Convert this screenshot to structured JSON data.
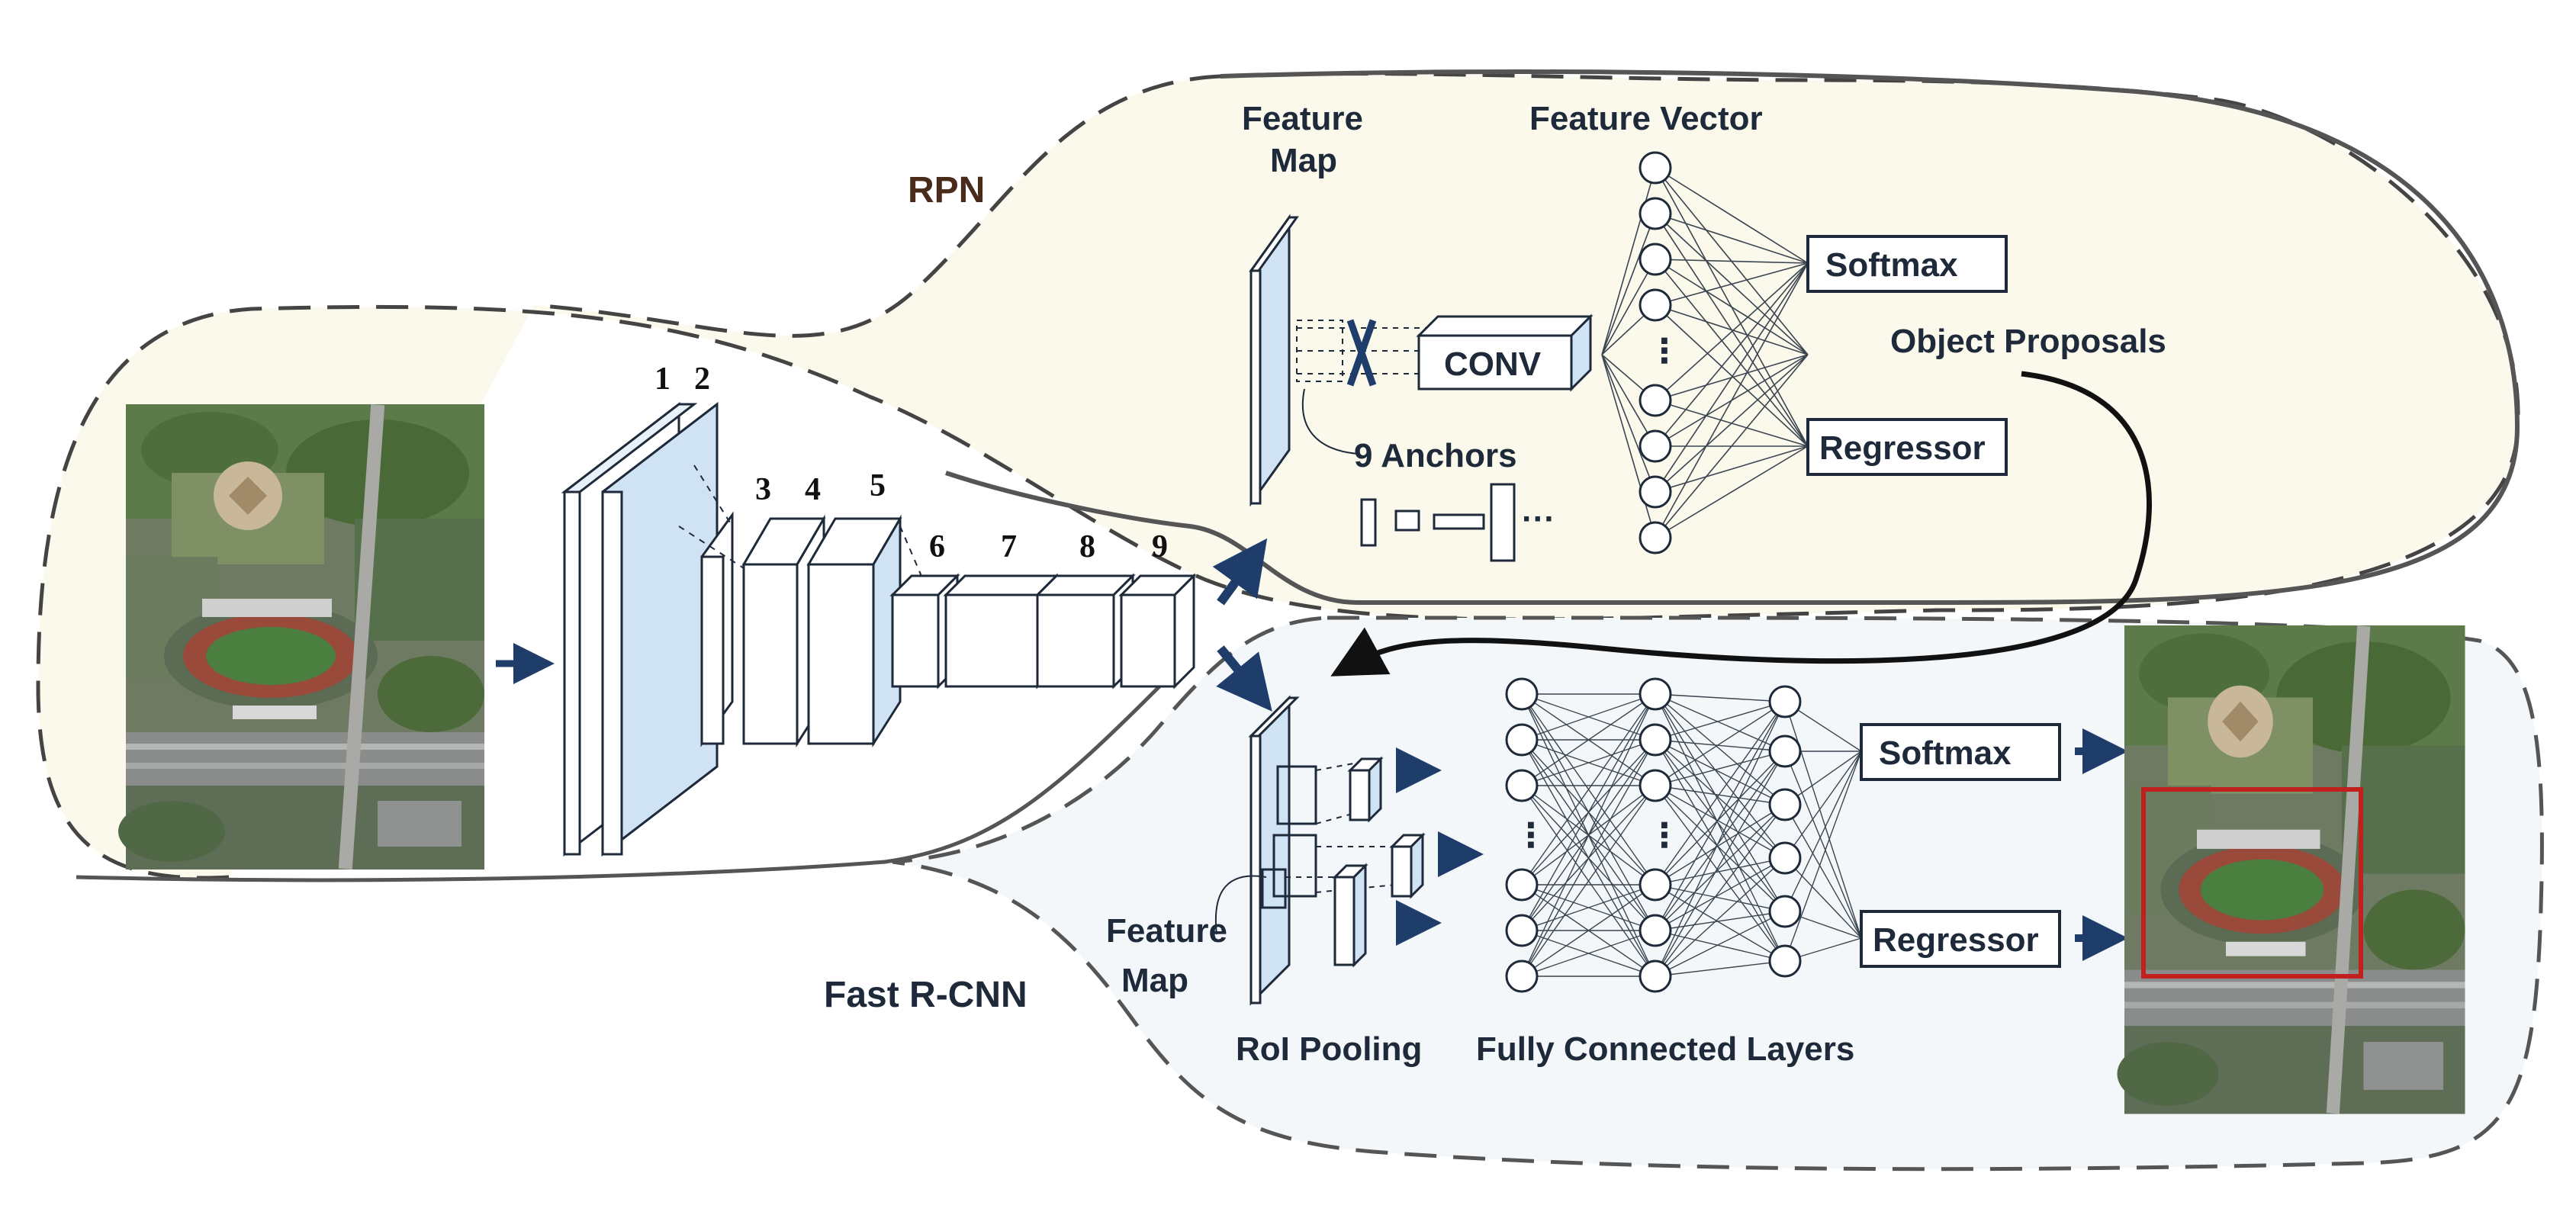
{
  "rpn": {
    "title": "RPN",
    "feature_map_line1": "Feature",
    "feature_map_line2": "Map",
    "feature_vector": "Feature Vector",
    "conv": "CONV",
    "anchors": "9 Anchors",
    "anchors_more": "···",
    "softmax": "Softmax",
    "regressor": "Regressor",
    "object_proposals": "Object Proposals",
    "vector_dots": "⋮"
  },
  "backbone": {
    "layers": [
      "1",
      "2",
      "3",
      "4",
      "5",
      "6",
      "7",
      "8",
      "9"
    ]
  },
  "fast_rcnn": {
    "title": "Fast R-CNN",
    "feature_map_line1": "Feature",
    "feature_map_line2": "Map",
    "roi_pooling": "RoI Pooling",
    "fc_layers": "Fully Connected Layers",
    "softmax": "Softmax",
    "regressor": "Regressor",
    "fc_dots": "⋮"
  },
  "colors": {
    "rpn_fill": "#fbf8ec",
    "fast_fill": "#f3f7f9",
    "ink": "#1e2a3a",
    "layer_fill": "#ffffff",
    "layer_face": "#cfe3f5",
    "arrow": "#1f3d6a",
    "detection_box": "#c0201e"
  }
}
